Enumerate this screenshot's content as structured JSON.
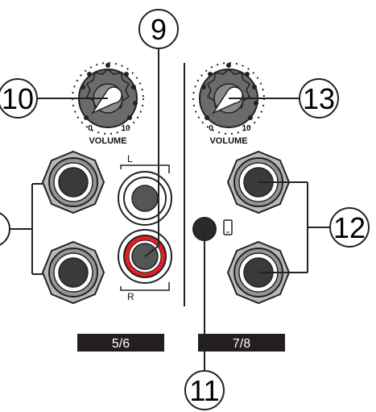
{
  "callouts": {
    "c9": "9",
    "c10": "10",
    "c11": "11",
    "c12": "12",
    "c13": "13"
  },
  "left_panel": {
    "knob_min": "0",
    "knob_max": "10",
    "volume_label": "VOLUME",
    "rca_left_label": "L",
    "rca_right_label": "R",
    "channel_badge": "5/6"
  },
  "right_panel": {
    "knob_min": "0",
    "knob_max": "10",
    "volume_label": "VOLUME",
    "channel_badge": "7/8",
    "phone_icon": "smartphone-icon"
  },
  "colors": {
    "knob": "#6b6b6b",
    "jack_ring": "#9a9a9a",
    "rca_red": "#e31e24",
    "badge_bg": "#231f20"
  }
}
